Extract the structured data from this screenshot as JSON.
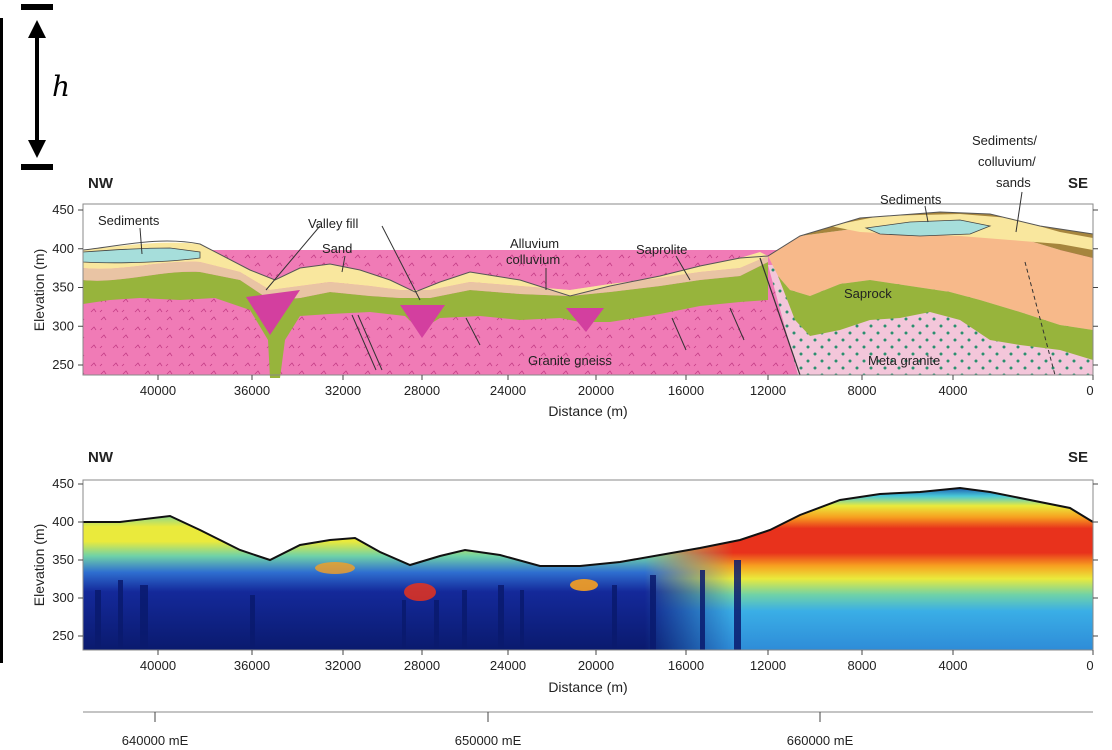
{
  "scale_bar": {
    "label": "h"
  },
  "cross_section": {
    "dir_left": "NW",
    "dir_right": "SE",
    "ylabel": "Elevation (m)",
    "xlabel": "Distance (m)",
    "yticks": [
      "450",
      "400",
      "350",
      "300",
      "250"
    ],
    "xticks": [
      "40000",
      "36000",
      "32000",
      "28000",
      "24000",
      "20000",
      "16000",
      "12000",
      "8000",
      "4000",
      "0"
    ],
    "labels": {
      "sediments_left": "Sediments",
      "valley_fill": "Valley fill",
      "sand": "Sand",
      "alluvium_1": "Alluvium",
      "alluvium_2": "colluvium",
      "saprolite": "Saprolite",
      "sediments_right": "Sediments",
      "sed_coll_1": "Sediments/",
      "sed_coll_2": "colluvium/",
      "sed_coll_3": "sands",
      "saprock": "Saprock",
      "granite_gneiss": "Granite gneiss",
      "meta_granite": "Meta granite"
    },
    "colors": {
      "granite_gneiss": "#f07bb6",
      "meta_granite": "#f3c6da",
      "saprock": "#97b43c",
      "saprolite_right": "#f7b98a",
      "saprolite_left": "#e9c4a4",
      "sediment_yellow": "#f9e79e",
      "sediment_blue": "#a6dedb",
      "sediment_brown": "#a6853d",
      "valley_fill": "#d33f9f"
    }
  },
  "resistivity": {
    "dir_left": "NW",
    "dir_right": "SE",
    "ylabel": "Elevation (m)",
    "xlabel": "Distance (m)",
    "yticks": [
      "450",
      "400",
      "350",
      "300",
      "250"
    ],
    "xticks": [
      "40000",
      "36000",
      "32000",
      "28000",
      "24000",
      "20000",
      "16000",
      "12000",
      "8000",
      "4000",
      "0"
    ]
  },
  "easting": {
    "ticks": [
      "640000 mE",
      "650000 mE",
      "660000 mE"
    ]
  }
}
